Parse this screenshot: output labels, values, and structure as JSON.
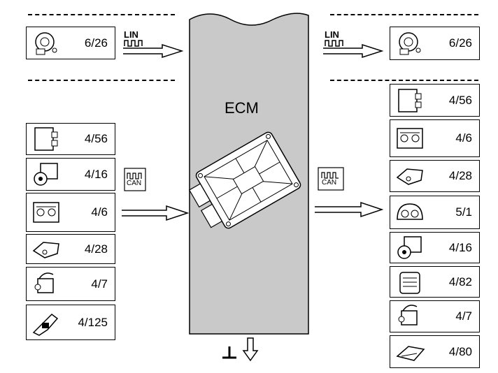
{
  "ecm": {
    "label": "ECM"
  },
  "buses": {
    "lin": "LIN",
    "can": "CAN"
  },
  "left_lin_modules": [
    {
      "code": "6/26",
      "icon": "steering-angle-sensor-icon"
    }
  ],
  "right_lin_modules": [
    {
      "code": "6/26",
      "icon": "steering-angle-sensor-icon"
    }
  ],
  "left_can_modules": [
    {
      "code": "4/56",
      "icon": "control-module-icon"
    },
    {
      "code": "4/16",
      "icon": "abs-unit-icon"
    },
    {
      "code": "4/6",
      "icon": "control-panel-icon"
    },
    {
      "code": "4/28",
      "icon": "control-unit-icon"
    },
    {
      "code": "4/7",
      "icon": "actuator-icon"
    },
    {
      "code": "4/125",
      "icon": "sensor-icon"
    }
  ],
  "right_can_modules": [
    {
      "code": "4/56",
      "icon": "control-module-icon"
    },
    {
      "code": "4/6",
      "icon": "control-panel-icon"
    },
    {
      "code": "4/28",
      "icon": "control-unit-icon"
    },
    {
      "code": "5/1",
      "icon": "instrument-cluster-icon"
    },
    {
      "code": "4/16",
      "icon": "abs-unit-icon"
    },
    {
      "code": "4/82",
      "icon": "radar-unit-icon"
    },
    {
      "code": "4/7",
      "icon": "actuator-icon"
    },
    {
      "code": "4/80",
      "icon": "amplifier-icon"
    }
  ]
}
